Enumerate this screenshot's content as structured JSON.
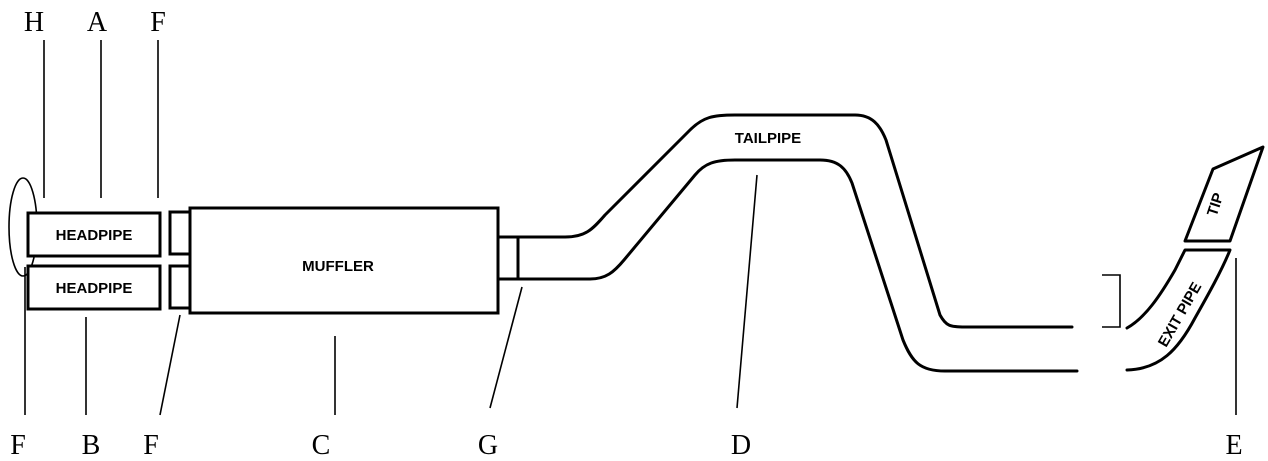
{
  "parts": {
    "headpipe_upper": "HEADPIPE",
    "headpipe_lower": "HEADPIPE",
    "muffler": "MUFFLER",
    "tailpipe": "TAILPIPE",
    "exit_pipe": "EXIT PIPE",
    "tip": "TIP"
  },
  "callouts": {
    "top": [
      "H",
      "A",
      "F"
    ],
    "bottom": [
      "F",
      "B",
      "F",
      "C",
      "G",
      "D",
      "E"
    ]
  }
}
